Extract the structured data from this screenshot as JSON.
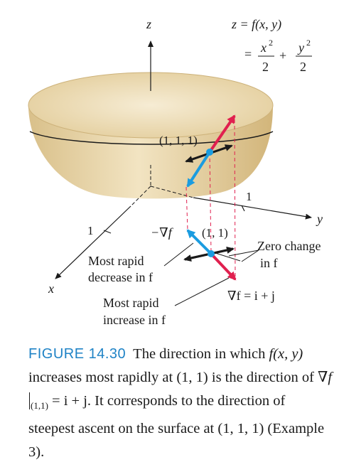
{
  "axes": {
    "z": "z",
    "y": "y",
    "x": "x",
    "tick_y": "1",
    "tick_x": "1"
  },
  "surface": {
    "line1": "z = f(x, y)",
    "eq": "=",
    "term1_num": "x",
    "term1_sup": "2",
    "term1_den": "2",
    "plus": "+",
    "term2_num": "y",
    "term2_sup": "2",
    "term2_den": "2"
  },
  "points": {
    "surface_point": "(1, 1, 1)",
    "plane_point": "(1, 1)"
  },
  "labels": {
    "neg_grad": "−∇f",
    "zero_change_1": "Zero change",
    "zero_change_2": "in f",
    "decrease_1": "Most rapid",
    "decrease_2": "decrease in f",
    "increase_1": "Most rapid",
    "increase_2": "increase in f",
    "gradient": "∇f = i + j"
  },
  "caption": {
    "label": "FIGURE 14.30",
    "text_a": "The direction in which ",
    "text_b": "f(x, y)",
    "text_c": " increases most rapidly at (1, 1) is the direction of ",
    "grad": "∇f",
    "sub": "(1,1)",
    "text_d": " = i + j. It corresponds to the direction of steepest ascent on the surface at (1, 1, 1) (Example 3)."
  },
  "colors": {
    "bowl": "#e8d3a3",
    "bowl_inner": "#f3e7cc",
    "red": "#e0204f",
    "blue": "#1b9ce0",
    "caption_label": "#1f83c6"
  }
}
